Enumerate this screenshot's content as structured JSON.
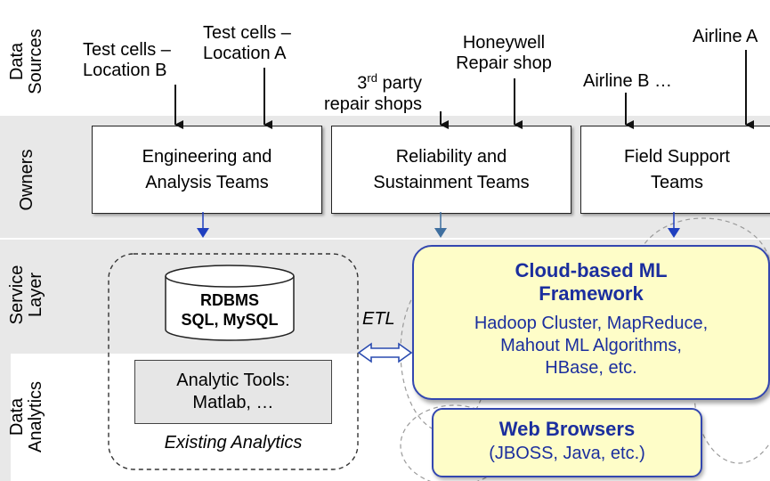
{
  "bands": {
    "data_sources": "Data\nSources",
    "owners": "Owners",
    "service_layer": "Service\nLayer",
    "data_analytics": "Data\nAnalytics"
  },
  "sources": {
    "test_cells_b": "Test cells –\nLocation B",
    "test_cells_a": "Test cells –\nLocation A",
    "third_party_sup": "rd",
    "third_party_pre": "3",
    "third_party_rest": " party",
    "third_party_line2": "repair shops",
    "honeywell": "Honeywell\nRepair shop",
    "airline_b": "Airline B …",
    "airline_a": "Airline A"
  },
  "owners": {
    "engineering": "Engineering and\nAnalysis Teams",
    "reliability": "Reliability and\nSustainment Teams",
    "field_support": "Field Support\nTeams"
  },
  "existing": {
    "db_label": "RDBMS\nSQL, MySQL",
    "tools_label": "Analytic Tools:\nMatlab, …",
    "caption": "Existing Analytics"
  },
  "etl_label": "ETL",
  "cloud": {
    "title": "Cloud-based ML\nFramework",
    "details": "Hadoop Cluster, MapReduce,\nMahout ML Algorithms,\nHBase, etc."
  },
  "web": {
    "title": "Web Browsers",
    "details": "(JBOSS, Java, etc.)"
  },
  "colors": {
    "band_gray": "#e8e8e8",
    "cloud_fill": "#fefdc8",
    "cloud_border": "#3347b0",
    "arrow_blue": "#1f3fbf",
    "arrow_steel": "#3f6f9f",
    "text_blue": "#1b2e9e"
  }
}
